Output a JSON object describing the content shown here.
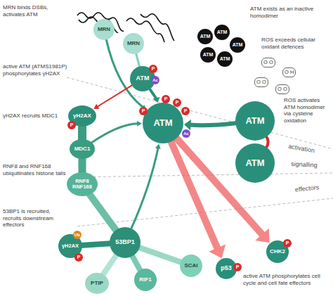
{
  "diagram": {
    "nodes": [
      {
        "text": [
          "MRN"
        ]
      },
      {
        "text": [
          "MRN"
        ]
      },
      {
        "text": [
          "ATM"
        ]
      },
      {
        "text": [
          "ATM"
        ]
      },
      {
        "text": [
          "ATM"
        ]
      },
      {
        "text": [
          "ATM"
        ]
      },
      {
        "text": [
          "ATM"
        ]
      },
      {
        "text": [
          "ATM"
        ]
      },
      {
        "text": [
          "γH2AX"
        ]
      },
      {
        "text": [
          "MDC1"
        ]
      },
      {
        "text": [
          "RNF8 RNF168"
        ]
      },
      {
        "text": [
          "ATM"
        ]
      },
      {
        "text": [
          "ATM"
        ]
      },
      {
        "text": [
          "ATM"
        ]
      },
      {
        "text": [
          "53BP1"
        ]
      },
      {
        "text": [
          "γH2AX"
        ]
      },
      {
        "text": [
          "SCAI"
        ]
      },
      {
        "text": [
          "RIF1"
        ]
      },
      {
        "text": [
          "PTIP"
        ]
      },
      {
        "text": [
          "p53"
        ]
      },
      {
        "text": [
          "CHK2"
        ]
      }
    ],
    "edges": [
      {
        "from": 0,
        "to": 11,
        "arrow": "to"
      },
      {
        "from": 1,
        "to": 2,
        "arrow": "none"
      },
      {
        "from": 2,
        "to": 11,
        "arrow": "to"
      },
      {
        "from": 2,
        "to": 8,
        "arrow": "to"
      },
      {
        "from": 8,
        "to": 9,
        "arrow": "none"
      },
      {
        "from": 9,
        "to": 10,
        "arrow": "none"
      },
      {
        "from": 10,
        "to": 14,
        "arrow": "none"
      },
      {
        "from": 9,
        "to": 11,
        "arrow": "to"
      },
      {
        "from": 14,
        "to": 11,
        "arrow": "to"
      },
      {
        "from": 12,
        "to": 11,
        "arrow": "to"
      },
      {
        "from": 14,
        "to": 15,
        "arrow": "none"
      },
      {
        "from": 14,
        "to": 16,
        "arrow": "none"
      },
      {
        "from": 14,
        "to": 17,
        "arrow": "none"
      },
      {
        "from": 14,
        "to": 18,
        "arrow": "none"
      },
      {
        "from": 11,
        "to": 19,
        "arrow": "to"
      },
      {
        "from": 11,
        "to": 20,
        "arrow": "to"
      },
      {
        "from": 12,
        "to": 13,
        "arrow": "none"
      }
    ],
    "labels": [
      "MRN binds DSBs, activates ATM",
      "active ATM (ATMS1981P) phosphorylates γH2AX",
      "γH2AX recruits MDC1",
      "RNF8 and RNF168 ubiquitinates histone tails",
      "53BP1 is recruited, recruits downstream effectors",
      "ATM exists as an inactive homodimer",
      "ROS exceeds cellular oxidant defences",
      "ROS activates ATM homodimer via cysteine oxidation",
      "activation",
      "signalling",
      "effectors",
      "active ATM phosphorylates cell cycle and cell fate effectors",
      "P",
      "Ac",
      "P",
      "P",
      "P",
      "P",
      "P",
      "Ac",
      "P",
      "Ub",
      "P",
      "P",
      "O O",
      "O H",
      "O O",
      "O O"
    ]
  }
}
